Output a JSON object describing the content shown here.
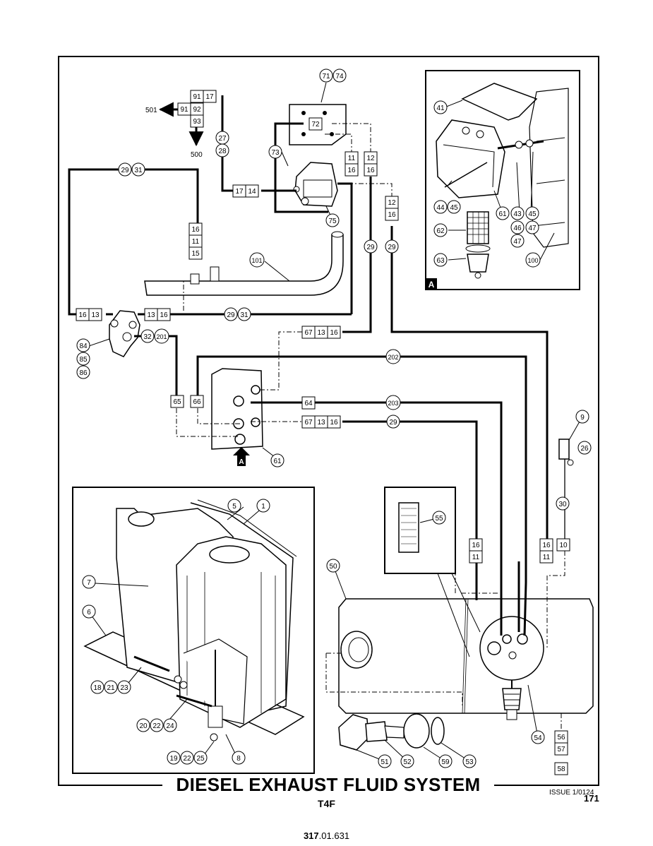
{
  "title": "DIESEL EXHAUST FLUID SYSTEM",
  "model": "T4F",
  "part_number": {
    "bold": "317",
    "rest": ".01.631"
  },
  "issue": "ISSUE 1/0124",
  "page": "171",
  "inset_label": "A",
  "callouts": {
    "c1": "1",
    "c5": "5",
    "c6": "6",
    "c7": "7",
    "c8": "8",
    "c9": "9",
    "c18": "18",
    "c19": "19",
    "c20": "20",
    "c21": "21",
    "c22": "22",
    "c23": "23",
    "c24": "24",
    "c25": "25",
    "c26": "26",
    "c27": "27",
    "c28": "28",
    "c29a": "29",
    "c29b": "29",
    "c29c": "29",
    "c29d": "29",
    "c29e": "29",
    "c30": "30",
    "c31a": "31",
    "c31b": "31",
    "c32": "32",
    "c41": "41",
    "c43": "43",
    "c44": "44",
    "c45a": "45",
    "c45b": "45",
    "c46": "46",
    "c47a": "47",
    "c47b": "47",
    "c50": "50",
    "c51": "51",
    "c52": "52",
    "c53": "53",
    "c54": "54",
    "c55": "55",
    "c59": "59",
    "c61a": "61",
    "c61b": "61",
    "c62": "62",
    "c63": "63",
    "c71": "71",
    "c74": "74",
    "c75": "75",
    "c84": "84",
    "c85": "85",
    "c86": "86",
    "c100": "100",
    "c101": "101",
    "c201": "201",
    "c202": "202",
    "c203": "203"
  },
  "boxes": {
    "b91a": "91",
    "b17a": "17",
    "b91b": "91",
    "b92": "92",
    "b93": "93",
    "b17b": "17",
    "b14": "14",
    "b72": "72",
    "b11a": "11",
    "b16a": "16",
    "b12a": "12",
    "b16b": "16",
    "b12b": "12",
    "b16c": "16",
    "b16d": "16",
    "b11b": "11",
    "b15": "15",
    "b16e": "16",
    "b13a": "13",
    "b13b": "13",
    "b16f": "16",
    "b67a": "67",
    "b13c": "13",
    "b16g": "16",
    "b65": "65",
    "b66": "66",
    "b64": "64",
    "b67b": "67",
    "b13d": "13",
    "b16h": "16",
    "b16i": "16",
    "b11c": "11",
    "b16j": "16",
    "b11d": "11",
    "b10": "10",
    "b56": "56",
    "b57": "57",
    "b58": "58"
  },
  "arrows": {
    "a501": "501",
    "a500": "500"
  },
  "colors": {
    "line": "#000000",
    "background": "#ffffff",
    "callout_fill": "#ffffff"
  }
}
